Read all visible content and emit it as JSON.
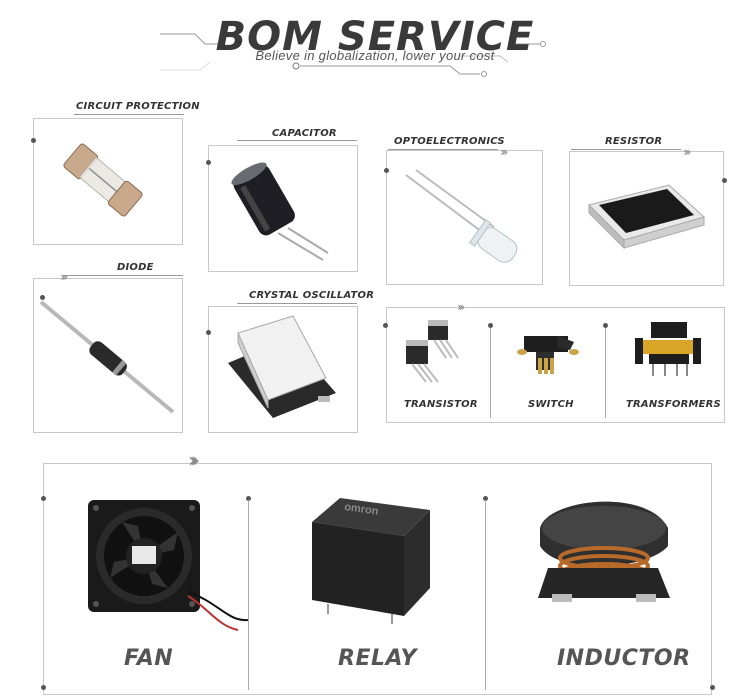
{
  "header": {
    "title": "BOM SERVICE",
    "subtitle": "Believe in globalization, lower your cost"
  },
  "categories": {
    "circuit_protection": "CIRCUIT PROTECTION",
    "capacitor": "CAPACITOR",
    "optoelectronics": "OPTOELECTRONICS",
    "resistor": "RESISTOR",
    "diode": "DIODE",
    "crystal_oscillator": "CRYSTAL OSCILLATOR",
    "transistor": "TRANSISTOR",
    "switch": "SWITCH",
    "transformers": "TRANSFORMERS",
    "fan": "FAN",
    "relay": "RELAY",
    "inductor": "INDUCTOR"
  },
  "relay_brand": "omron",
  "colors": {
    "frame": "#c8c8c8",
    "label": "#333333",
    "title": "#3a3a3a"
  }
}
